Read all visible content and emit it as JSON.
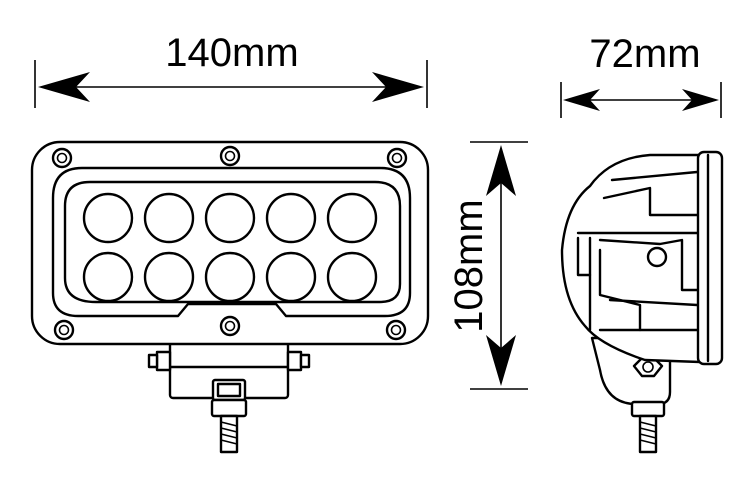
{
  "dimensions": {
    "width_label": "140mm",
    "depth_label": "72mm",
    "height_label": "108mm"
  },
  "colors": {
    "line": "#000000",
    "background": "#ffffff"
  },
  "lamp": {
    "led_count": 10
  }
}
